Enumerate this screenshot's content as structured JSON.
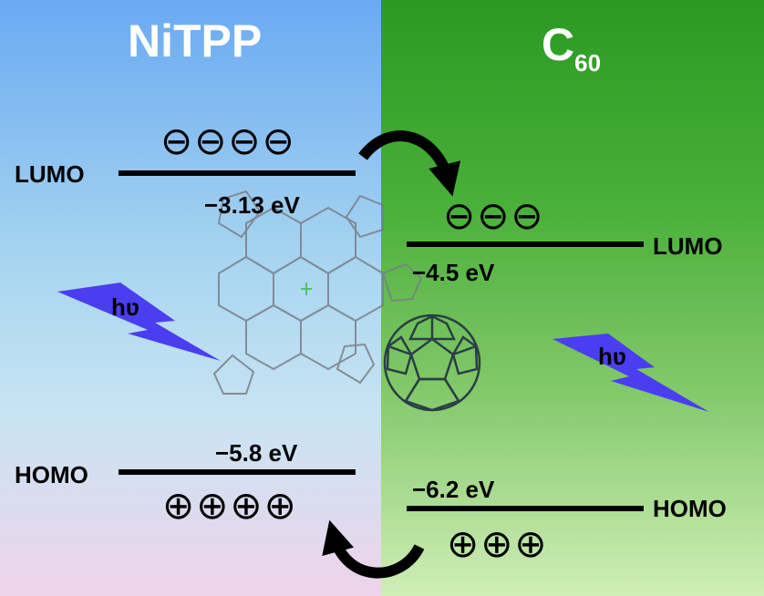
{
  "left": {
    "title": "NiTPP",
    "lumo_label": "LUMO",
    "lumo_energy": "−3.13 eV",
    "lumo_charges": "⊖⊖⊖⊖",
    "homo_label": "HOMO",
    "homo_energy": "−5.8 eV",
    "homo_charges": "⊕⊕⊕⊕",
    "photon": "hʋ"
  },
  "right": {
    "title": "C",
    "title_sub": "60",
    "lumo_label": "LUMO",
    "lumo_energy": "−4.5 eV",
    "lumo_charges": "⊖⊖⊖",
    "homo_label": "HOMO",
    "homo_energy": "−6.2 eV",
    "homo_charges": "⊕⊕⊕",
    "photon": "hʋ"
  },
  "colors": {
    "left_bg_top": "#6aaaf2",
    "right_bg_top": "#2a9a22",
    "photon_bolt": "#4b3ef0",
    "title_text": "#ffffff"
  },
  "icons": {
    "electron_transfer": "curved-arrow-right-down",
    "hole_transfer": "curved-arrow-left",
    "photon": "lightning-bolt"
  }
}
